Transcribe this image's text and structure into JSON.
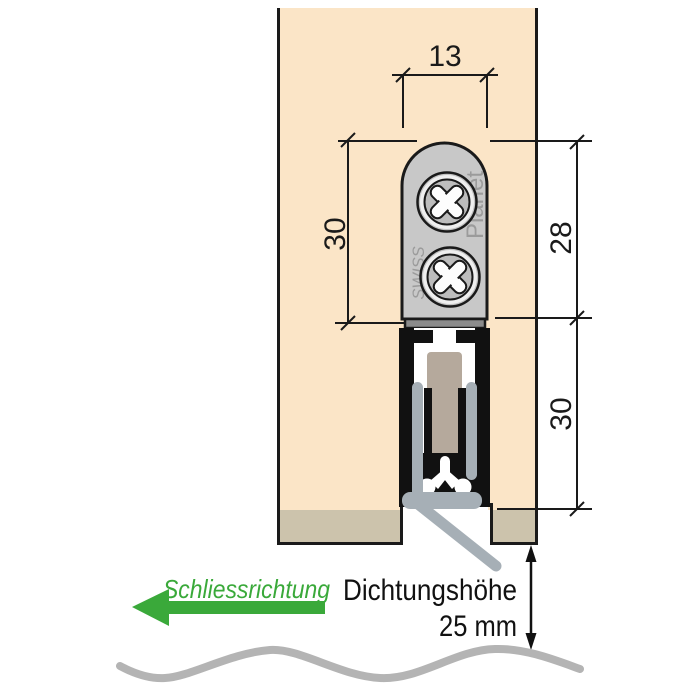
{
  "dimensions": {
    "top_width": "13",
    "left_height": "30",
    "right_upper": "28",
    "right_lower": "30"
  },
  "branding": {
    "product": "Planet",
    "origin": "SWISS"
  },
  "annotations": {
    "closing_direction": "Schliessrichtung",
    "seal_height_label": "Dichtungshöhe",
    "seal_height_value": "25 mm"
  },
  "icons": {
    "screw": "screw-cross-head",
    "direction": "arrow-left",
    "floor": "wave-line"
  },
  "colors": {
    "door_face": "#fbe5c7",
    "door_bottom_edge": "#ccc3ac",
    "housing_gray": "#c8c8c8",
    "housing_base": "#8b8b8b",
    "rubber_seal_gray": "#a6afb6",
    "insert_tan": "#b5a99c",
    "accent_green": "#3aa93a",
    "floor_wave_gray": "#b4b4b4",
    "line_black": "#1a1a1a"
  }
}
